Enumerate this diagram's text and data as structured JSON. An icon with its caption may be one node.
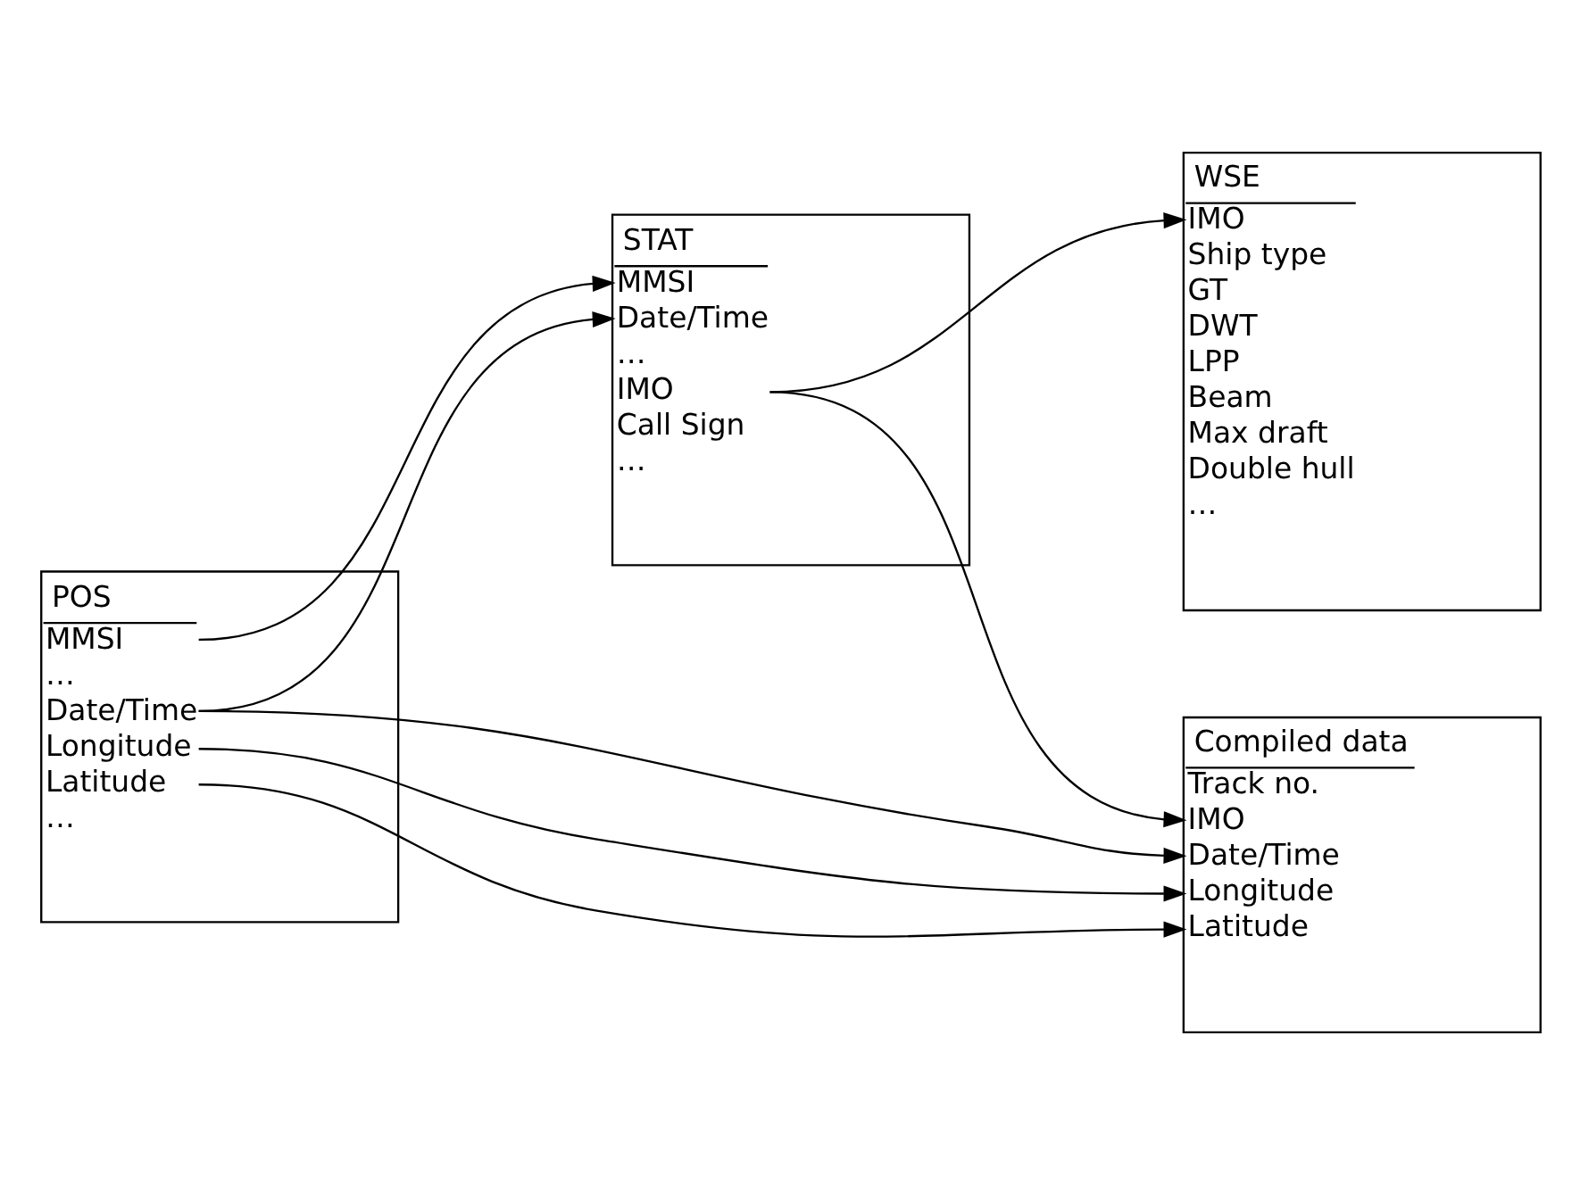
{
  "diagram": {
    "nodes": [
      {
        "text": [
          "POS",
          "MMSI",
          "…",
          "Date/Time",
          "Longitude",
          "Latitude",
          "…"
        ]
      },
      {
        "text": [
          "STAT",
          "MMSI",
          "Date/Time",
          "…",
          "IMO",
          "Call Sign",
          "…"
        ]
      },
      {
        "text": [
          "WSE",
          "IMO",
          "Ship type",
          "GT",
          "DWT",
          "LPP",
          "Beam",
          "Max draft",
          "Double hull",
          "…"
        ]
      },
      {
        "text": [
          "Compiled data",
          "Track no.",
          "IMO",
          "Date/Time",
          "Longitude",
          "Latitude"
        ]
      }
    ],
    "edges": [
      {
        "from": 0,
        "to": 1,
        "arrow": "to"
      },
      {
        "from": 0,
        "to": 1,
        "arrow": "to"
      },
      {
        "from": 0,
        "to": 3,
        "arrow": "to"
      },
      {
        "from": 0,
        "to": 3,
        "arrow": "to"
      },
      {
        "from": 0,
        "to": 3,
        "arrow": "to"
      },
      {
        "from": 1,
        "to": 2,
        "arrow": "to"
      },
      {
        "from": 1,
        "to": 3,
        "arrow": "to"
      }
    ]
  }
}
